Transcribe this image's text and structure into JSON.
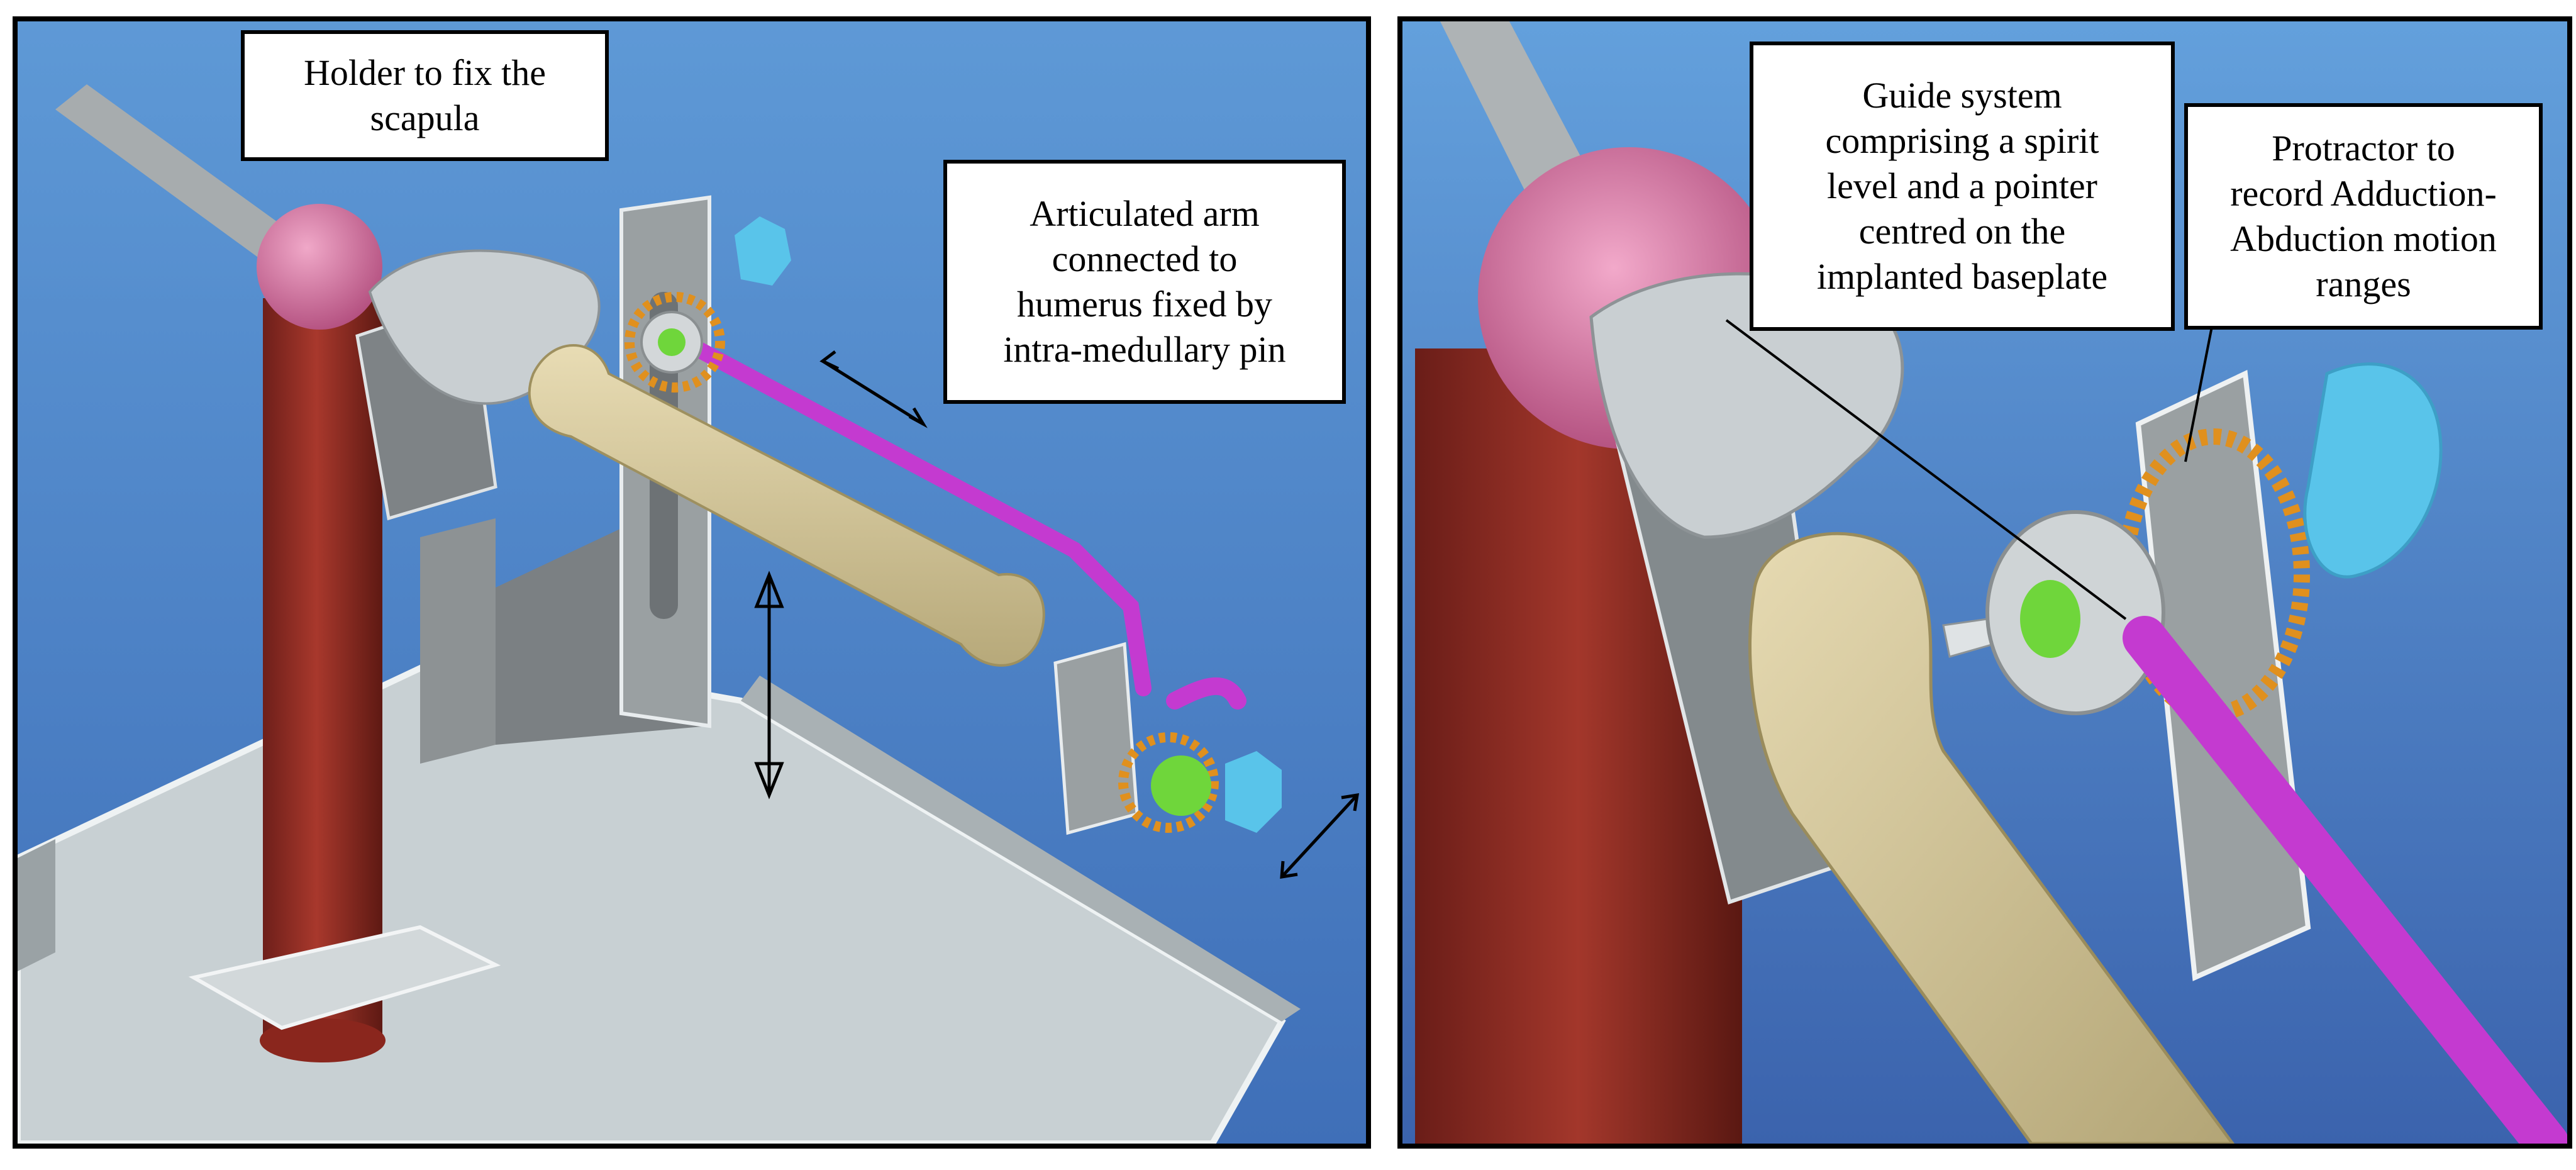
{
  "figure": {
    "left_panel": {
      "labels": {
        "scapula_holder": "Holder to fix the\nscapula",
        "articulated_arm": "Articulated arm\nconnected to\nhumerus fixed by\nintra-medullary pin"
      }
    },
    "right_panel": {
      "labels": {
        "guide_system": "Guide system\ncomprising a spirit\nlevel and a pointer\ncentred on the\nimplanted baseplate",
        "protractor": "Protractor to\nrecord Adduction-\nAbduction  motion\nranges"
      }
    },
    "colors": {
      "background_blue": "#5a8fcf",
      "column_red": "#8e2d25",
      "ball_pink": "#d4769f",
      "bone_beige": "#d6caa0",
      "scapula_grey": "#c9cfd2",
      "frame_grey": "#8f9496",
      "arm_magenta": "#c43ad0",
      "knob_cyan": "#59c4ea",
      "protractor_orange": "#e0901e",
      "pointer_green": "#6fd63b"
    },
    "icons": [
      "double-arrow-icon",
      "knob-icon",
      "protractor-icon"
    ]
  }
}
